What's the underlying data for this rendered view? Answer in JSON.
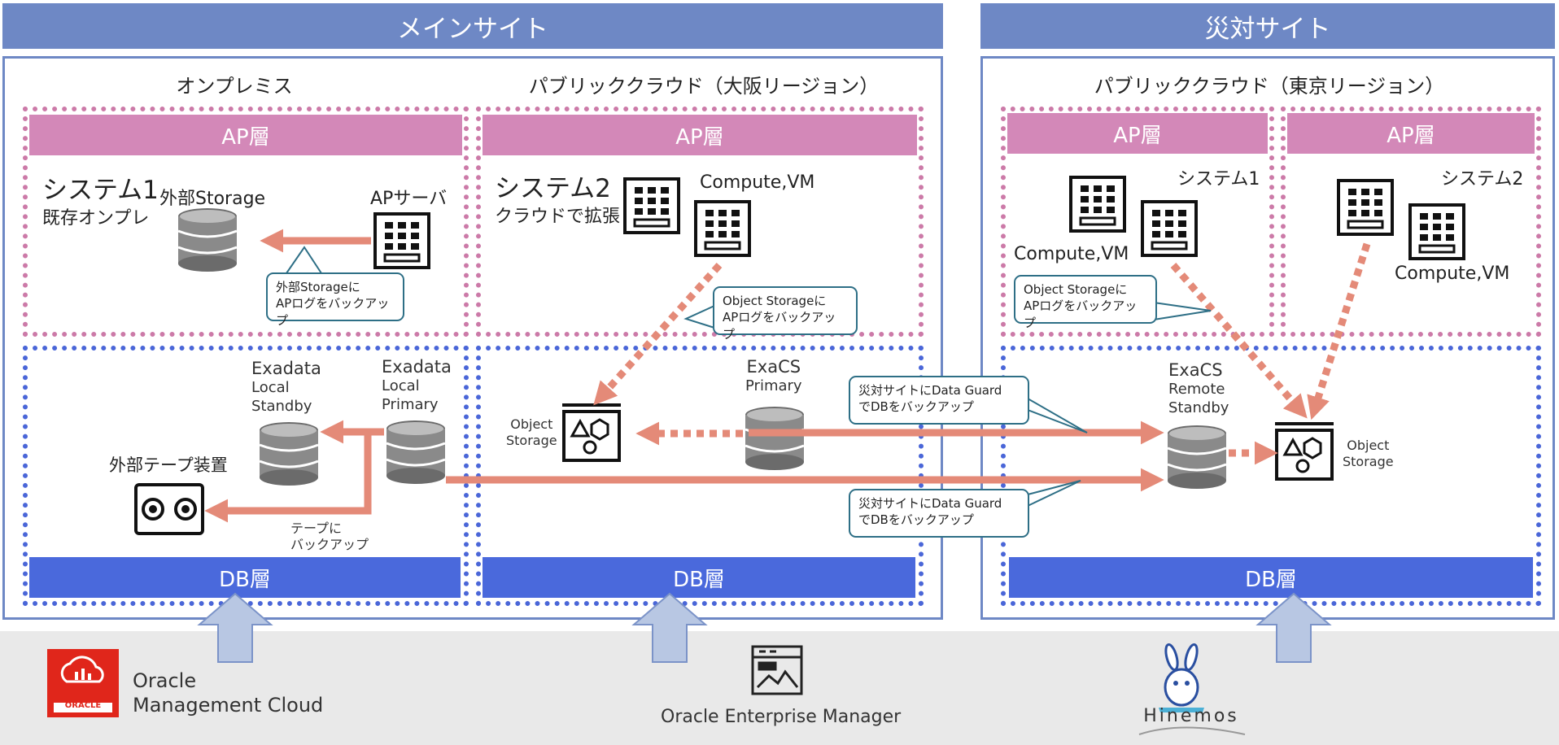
{
  "banners": {
    "main": "メインサイト",
    "dr": "災対サイト"
  },
  "sections": {
    "onprem": "オンプレミス",
    "osaka": "パブリッククラウド（大阪リージョン）",
    "tokyo": "パブリッククラウド（東京リージョン）"
  },
  "layers": {
    "ap": "AP層",
    "db": "DB層"
  },
  "onprem": {
    "system_title": "システム1",
    "system_sub": "既存オンプレ",
    "storage_label": "外部Storage",
    "ap_server_label": "APサーバ",
    "callout_line1": "外部Storageに",
    "callout_line2": "APログをバックアップ",
    "exadata_standby": [
      "Exadata",
      "Local",
      "Standby"
    ],
    "exadata_primary": [
      "Exadata",
      "Local",
      "Primary"
    ],
    "tape_label": "外部テープ装置",
    "tape_note_line1": "テープに",
    "tape_note_line2": "バックアップ"
  },
  "osaka": {
    "system_title": "システム2",
    "system_sub": "クラウドで拡張",
    "compute_label": "Compute,VM",
    "callout_line1": "Object Storageに",
    "callout_line2": "APログをバックアップ",
    "object_storage": [
      "Object",
      "Storage"
    ],
    "exacs": [
      "ExaCS",
      "Primary"
    ]
  },
  "tokyo": {
    "system1": "システム1",
    "system2": "システム2",
    "compute_label_1": "Compute,VM",
    "compute_label_2": "Compute,VM",
    "callout_line1": "Object Storageに",
    "callout_line2": "APログをバックアップ",
    "exacs": [
      "ExaCS",
      "Remote",
      "Standby"
    ],
    "object_storage": [
      "Object",
      "Storage"
    ]
  },
  "dataguard_callout": {
    "line1": "災対サイトにData Guard",
    "line2": "でDBをバックアップ"
  },
  "footer": {
    "omc_line1": "Oracle",
    "omc_line2": "Management Cloud",
    "oracle_logo_text": "ORACLE",
    "oem": "Oracle Enterprise Manager",
    "hinemos": "Hinemos"
  },
  "colors": {
    "banner": "#6e88c5",
    "ap": "#d388b8",
    "db": "#4a69dc",
    "arrow": "#e48a78",
    "oracle_red": "#e0261b"
  }
}
